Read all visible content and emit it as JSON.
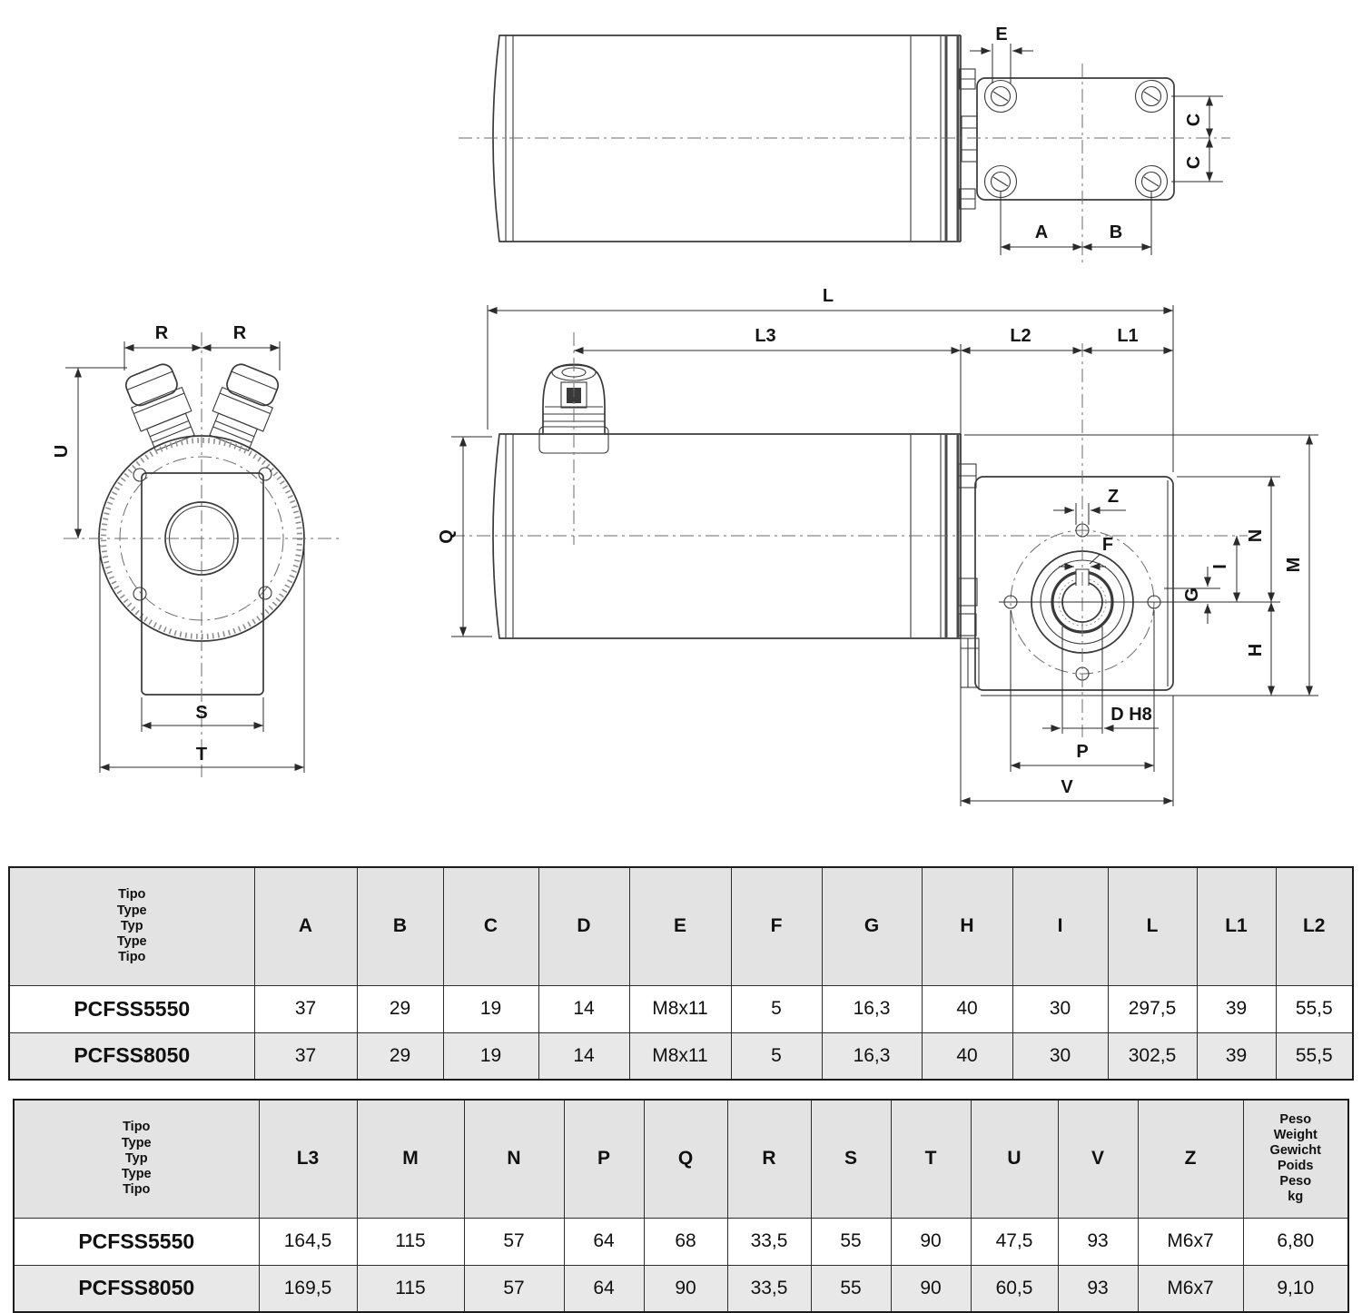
{
  "drawing": {
    "labels": {
      "a": "A",
      "b": "B",
      "c": "C",
      "e": "E",
      "r": "R",
      "u": "U",
      "s": "S",
      "t": "T",
      "l": "L",
      "l1": "L1",
      "l2": "L2",
      "l3": "L3",
      "q": "Q",
      "z": "Z",
      "f": "F",
      "g": "G",
      "i": "I",
      "n": "N",
      "m": "M",
      "h": "H",
      "d_h8": "D H8",
      "p": "P",
      "v": "V"
    }
  },
  "tables": [
    {
      "type_header": [
        "Tipo",
        "Type",
        "Typ",
        "Type",
        "Tipo"
      ],
      "columns": [
        "A",
        "B",
        "C",
        "D",
        "E",
        "F",
        "G",
        "H",
        "I",
        "L",
        "L1",
        "L2"
      ],
      "rows": [
        {
          "model": "PCFSS5550",
          "values": [
            "37",
            "29",
            "19",
            "14",
            "M8x11",
            "5",
            "16,3",
            "40",
            "30",
            "297,5",
            "39",
            "55,5"
          ]
        },
        {
          "model": "PCFSS8050",
          "values": [
            "37",
            "29",
            "19",
            "14",
            "M8x11",
            "5",
            "16,3",
            "40",
            "30",
            "302,5",
            "39",
            "55,5"
          ]
        }
      ]
    },
    {
      "type_header": [
        "Tipo",
        "Type",
        "Typ",
        "Type",
        "Tipo"
      ],
      "columns": [
        "L3",
        "M",
        "N",
        "P",
        "Q",
        "R",
        "S",
        "T",
        "U",
        "V",
        "Z"
      ],
      "weight_header": [
        "Peso",
        "Weight",
        "Gewicht",
        "Poids",
        "Peso",
        "kg"
      ],
      "rows": [
        {
          "model": "PCFSS5550",
          "values": [
            "164,5",
            "115",
            "57",
            "64",
            "68",
            "33,5",
            "55",
            "90",
            "47,5",
            "93",
            "M6x7"
          ],
          "weight": "6,80"
        },
        {
          "model": "PCFSS8050",
          "values": [
            "169,5",
            "115",
            "57",
            "64",
            "90",
            "33,5",
            "55",
            "90",
            "60,5",
            "93",
            "M6x7"
          ],
          "weight": "9,10"
        }
      ]
    }
  ]
}
